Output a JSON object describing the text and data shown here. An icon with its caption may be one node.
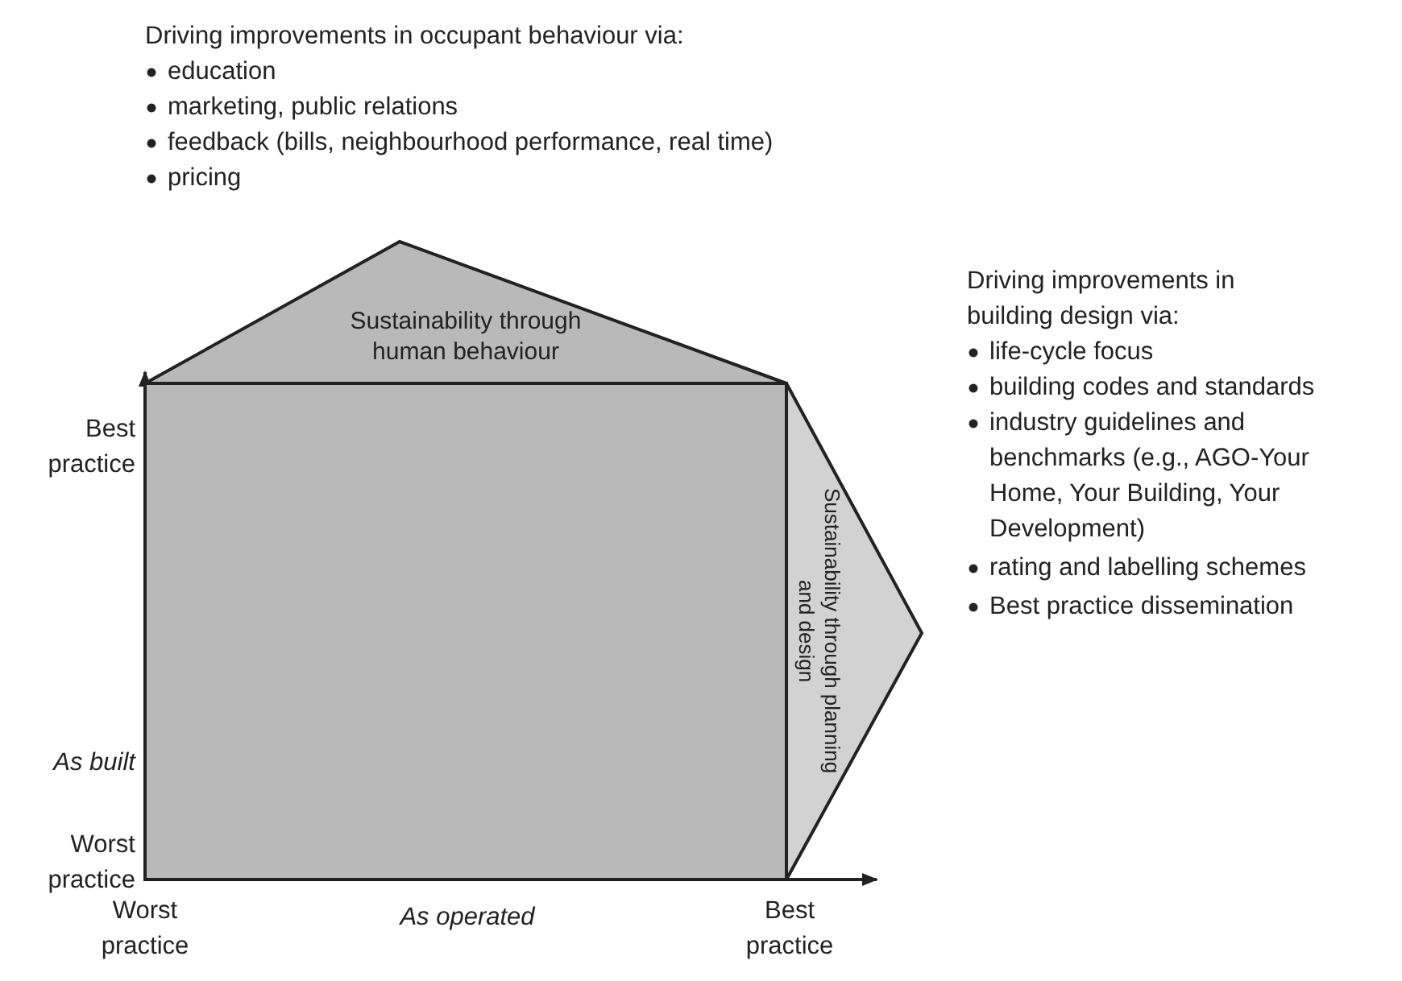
{
  "diagram": {
    "nodes": [
      {
        "text": [
          "Sustainability through human behaviour"
        ]
      },
      {
        "text": [],
        "shape": "box"
      },
      {
        "text": [
          "Sustainability through planning and design"
        ]
      }
    ],
    "edges": [],
    "labels": [
      "Driving improvements in occupant behaviour via:",
      "education",
      "marketing, public relations",
      "feedback (bills, neighbourhood performance, real time)",
      "pricing",
      "Driving improvements in building design via:",
      "life-cycle focus",
      "building codes and standards",
      "industry guidelines and benchmarks (e.g., AGO-Your Home, Your Building, Your Development)",
      "rating and labelling schemes",
      "Best practice dissemination",
      "Best practice",
      "As built",
      "Worst practice",
      "Worst practice",
      "As operated",
      "Best practice"
    ]
  }
}
